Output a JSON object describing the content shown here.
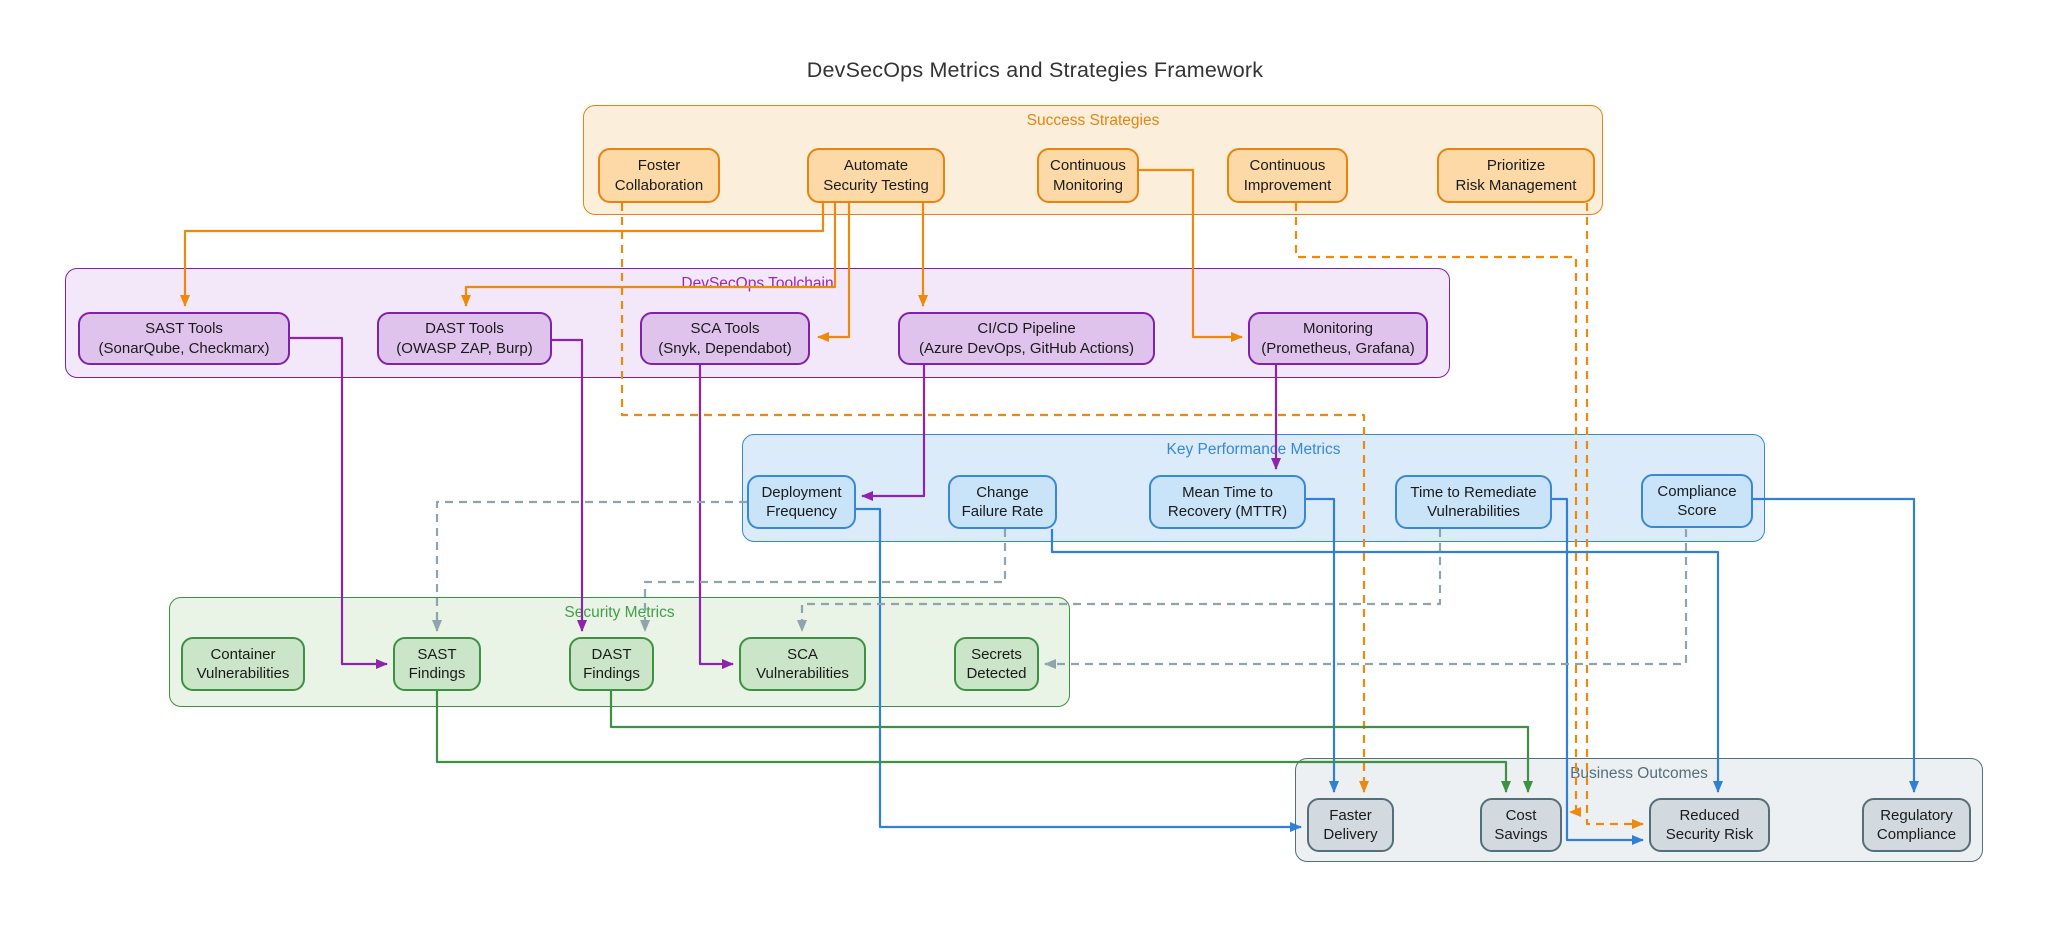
{
  "title": "DevSecOps Metrics and Strategies Framework",
  "palette": {
    "orange": {
      "border": "#E8830D",
      "nodeFill": "#FCD9A6",
      "clusterFill": "#FBEEDA",
      "edge": "#ED8A0D",
      "label": "#E8830D"
    },
    "purple": {
      "border": "#7E22A8",
      "nodeFill": "#E0C3ED",
      "clusterFill": "#F3E8F9",
      "edge": "#8E24AA",
      "label": "#9C27B0"
    },
    "blue": {
      "border": "#3788D8",
      "nodeFill": "#C9E3F9",
      "clusterFill": "#DCEBFA",
      "edge": "#2F80D6",
      "label": "#3788D8"
    },
    "green": {
      "border": "#3E9142",
      "nodeFill": "#CBE5C8",
      "clusterFill": "#E9F3E6",
      "edge": "#3E9142",
      "label": "#43A047"
    },
    "gray": {
      "border": "#546E7A",
      "nodeFill": "#D3DADF",
      "clusterFill": "#ECF0F2",
      "edge": "#90A4AE",
      "label": "#546E7A"
    }
  },
  "clusters": [
    {
      "id": "ss",
      "label": "Success Strategies",
      "color": "orange"
    },
    {
      "id": "tc",
      "label": "DevSecOps Toolchain",
      "color": "purple"
    },
    {
      "id": "kpm",
      "label": "Key Performance Metrics",
      "color": "blue"
    },
    {
      "id": "sec",
      "label": "Security Metrics",
      "color": "green"
    },
    {
      "id": "bo",
      "label": "Business Outcomes",
      "color": "gray"
    }
  ],
  "nodes": [
    {
      "id": "fc",
      "cluster": "ss",
      "color": "orange",
      "lines": [
        "Foster",
        "Collaboration"
      ]
    },
    {
      "id": "ast",
      "cluster": "ss",
      "color": "orange",
      "lines": [
        "Automate",
        "Security Testing"
      ]
    },
    {
      "id": "cm",
      "cluster": "ss",
      "color": "orange",
      "lines": [
        "Continuous",
        "Monitoring"
      ]
    },
    {
      "id": "ci",
      "cluster": "ss",
      "color": "orange",
      "lines": [
        "Continuous",
        "Improvement"
      ]
    },
    {
      "id": "prm",
      "cluster": "ss",
      "color": "orange",
      "lines": [
        "Prioritize",
        "Risk Management"
      ]
    },
    {
      "id": "sast",
      "cluster": "tc",
      "color": "purple",
      "lines": [
        "SAST Tools",
        "(SonarQube, Checkmarx)"
      ]
    },
    {
      "id": "dast",
      "cluster": "tc",
      "color": "purple",
      "lines": [
        "DAST Tools",
        "(OWASP ZAP, Burp)"
      ]
    },
    {
      "id": "sca",
      "cluster": "tc",
      "color": "purple",
      "lines": [
        "SCA Tools",
        "(Snyk, Dependabot)"
      ]
    },
    {
      "id": "cicd",
      "cluster": "tc",
      "color": "purple",
      "lines": [
        "CI/CD Pipeline",
        "(Azure DevOps, GitHub Actions)"
      ]
    },
    {
      "id": "mon",
      "cluster": "tc",
      "color": "purple",
      "lines": [
        "Monitoring",
        "(Prometheus, Grafana)"
      ]
    },
    {
      "id": "df",
      "cluster": "kpm",
      "color": "blue",
      "lines": [
        "Deployment",
        "Frequency"
      ]
    },
    {
      "id": "cfr",
      "cluster": "kpm",
      "color": "blue",
      "lines": [
        "Change",
        "Failure Rate"
      ]
    },
    {
      "id": "mttr",
      "cluster": "kpm",
      "color": "blue",
      "lines": [
        "Mean Time to",
        "Recovery (MTTR)"
      ]
    },
    {
      "id": "ttrv",
      "cluster": "kpm",
      "color": "blue",
      "lines": [
        "Time to Remediate",
        "Vulnerabilities"
      ]
    },
    {
      "id": "cs",
      "cluster": "kpm",
      "color": "blue",
      "lines": [
        "Compliance",
        "Score"
      ]
    },
    {
      "id": "cv",
      "cluster": "sec",
      "color": "green",
      "lines": [
        "Container",
        "Vulnerabilities"
      ]
    },
    {
      "id": "sastf",
      "cluster": "sec",
      "color": "green",
      "lines": [
        "SAST",
        "Findings"
      ]
    },
    {
      "id": "dastf",
      "cluster": "sec",
      "color": "green",
      "lines": [
        "DAST",
        "Findings"
      ]
    },
    {
      "id": "scav",
      "cluster": "sec",
      "color": "green",
      "lines": [
        "SCA",
        "Vulnerabilities"
      ]
    },
    {
      "id": "sd",
      "cluster": "sec",
      "color": "green",
      "lines": [
        "Secrets",
        "Detected"
      ]
    },
    {
      "id": "fd",
      "cluster": "bo",
      "color": "gray",
      "lines": [
        "Faster",
        "Delivery"
      ]
    },
    {
      "id": "csv",
      "cluster": "bo",
      "color": "gray",
      "lines": [
        "Cost",
        "Savings"
      ]
    },
    {
      "id": "rsr",
      "cluster": "bo",
      "color": "gray",
      "lines": [
        "Reduced",
        "Security Risk"
      ]
    },
    {
      "id": "rc",
      "cluster": "bo",
      "color": "gray",
      "lines": [
        "Regulatory",
        "Compliance"
      ]
    }
  ],
  "edges": [
    {
      "id": "o1",
      "from": "ast",
      "to": "sast",
      "color": "orange",
      "dashed": false
    },
    {
      "id": "o2",
      "from": "ast",
      "to": "dast",
      "color": "orange",
      "dashed": false
    },
    {
      "id": "o3",
      "from": "ast",
      "to": "sca",
      "color": "orange",
      "dashed": false
    },
    {
      "id": "o4",
      "from": "ast",
      "to": "cicd",
      "color": "orange",
      "dashed": false
    },
    {
      "id": "o5",
      "from": "cm",
      "to": "mon",
      "color": "orange",
      "dashed": false
    },
    {
      "id": "od1",
      "from": "fc",
      "to": "fd",
      "color": "orange",
      "dashed": true
    },
    {
      "id": "od2",
      "from": "ci",
      "to": "csv",
      "color": "orange",
      "dashed": true
    },
    {
      "id": "od3",
      "from": "prm",
      "to": "rsr",
      "color": "orange",
      "dashed": true
    },
    {
      "id": "p1",
      "from": "sast",
      "to": "sastf",
      "color": "purple",
      "dashed": false
    },
    {
      "id": "p2",
      "from": "dast",
      "to": "dastf",
      "color": "purple",
      "dashed": false
    },
    {
      "id": "p3",
      "from": "sca",
      "to": "scav",
      "color": "purple",
      "dashed": false
    },
    {
      "id": "p4",
      "from": "cicd",
      "to": "df",
      "color": "purple",
      "dashed": false
    },
    {
      "id": "p5",
      "from": "mon",
      "to": "mttr",
      "color": "purple",
      "dashed": false
    },
    {
      "id": "b1",
      "from": "df",
      "to": "fd",
      "color": "blue",
      "dashed": false
    },
    {
      "id": "b2",
      "from": "mttr",
      "to": "fd",
      "color": "blue",
      "dashed": false
    },
    {
      "id": "b3",
      "from": "cfr",
      "to": "rsr",
      "color": "blue",
      "dashed": false
    },
    {
      "id": "b4",
      "from": "ttrv",
      "to": "rsr",
      "color": "blue",
      "dashed": false
    },
    {
      "id": "b5",
      "from": "cs",
      "to": "rc",
      "color": "blue",
      "dashed": false
    },
    {
      "id": "g1",
      "from": "sastf",
      "to": "csv",
      "color": "green",
      "dashed": false
    },
    {
      "id": "g2",
      "from": "dastf",
      "to": "csv",
      "color": "green",
      "dashed": false
    },
    {
      "id": "gr1",
      "from": "df",
      "to": "sastf",
      "color": "gray",
      "dashed": true
    },
    {
      "id": "gr2",
      "from": "cfr",
      "to": "dastf",
      "color": "gray",
      "dashed": true
    },
    {
      "id": "gr3",
      "from": "ttrv",
      "to": "scav",
      "color": "gray",
      "dashed": true
    },
    {
      "id": "gr4",
      "from": "cs",
      "to": "sd",
      "color": "gray",
      "dashed": true
    }
  ]
}
